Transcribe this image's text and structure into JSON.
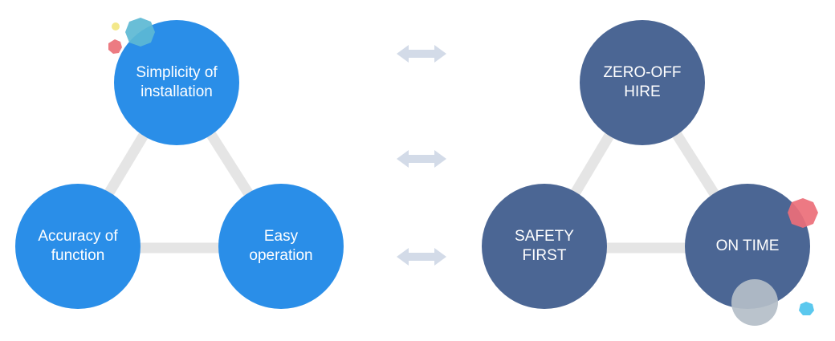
{
  "left_triangle": {
    "top": "Simplicity of\ninstallation",
    "bottom_left": "Accuracy of\nfunction",
    "bottom_right": "Easy\noperation"
  },
  "right_triangle": {
    "top": "ZERO-OFF\nHIRE",
    "bottom_left": "SAFETY\nFIRST",
    "bottom_right": "ON TIME"
  },
  "colors": {
    "blue": "#2a8ee8",
    "navy": "#4b6694",
    "connector": "#e5e5e5",
    "arrow": "#d3dbe8"
  }
}
